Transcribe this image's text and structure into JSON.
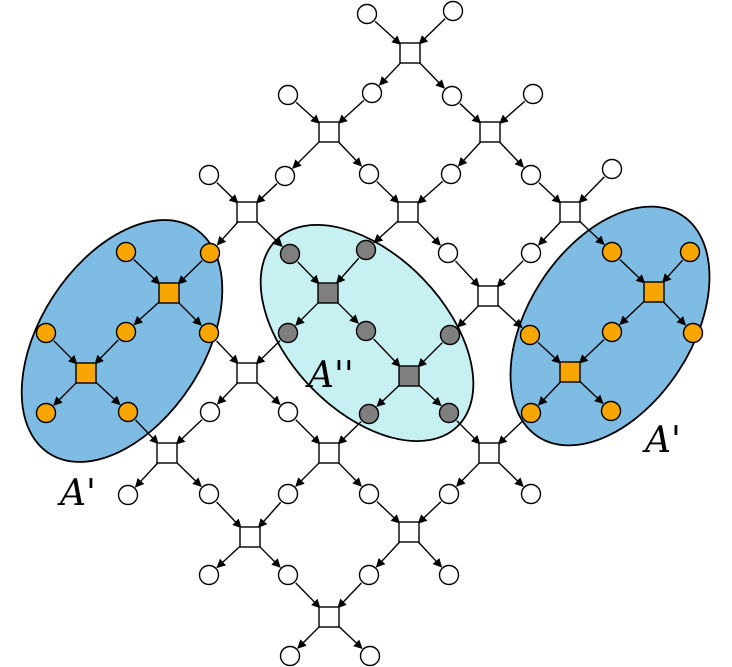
{
  "labels": {
    "left": "A'",
    "middle": "A''",
    "right": "A'"
  },
  "colors": {
    "region_outer": "#7fbce3",
    "region_inner": "#c6f0f2",
    "highlight_node": "#f7a600",
    "inner_node": "#7f7f7f",
    "default_node": "#ffffff",
    "stroke": "#000000"
  },
  "regions": [
    {
      "name": "region-a-prime-left",
      "kind": "outer"
    },
    {
      "name": "region-a-double-prime",
      "kind": "inner"
    },
    {
      "name": "region-a-prime-right",
      "kind": "outer"
    }
  ]
}
